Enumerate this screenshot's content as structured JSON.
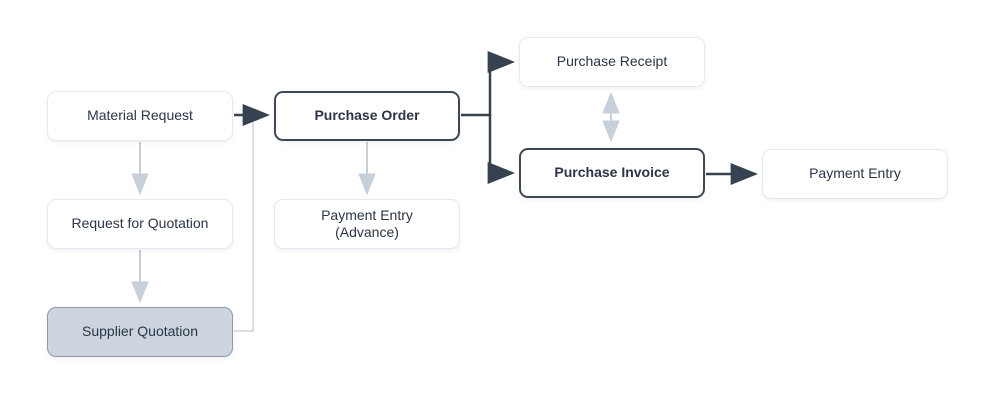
{
  "diagram": {
    "type": "flowchart",
    "background": "#ffffff",
    "colors": {
      "primary_edge": "#374251",
      "secondary_edge": "#c7cfda",
      "node_border_light": "#e4e9ef",
      "node_border_strong": "#3d4857",
      "node_fill_default": "#ffffff",
      "node_fill_highlight": "#ccd4de",
      "text": "#2b3545"
    },
    "nodes": {
      "material_request": {
        "label": "Material Request",
        "style": "default"
      },
      "request_for_quotation": {
        "label": "Request for Quotation",
        "style": "default"
      },
      "supplier_quotation": {
        "label": "Supplier Quotation",
        "style": "filled"
      },
      "purchase_order": {
        "label": "Purchase Order",
        "style": "strong"
      },
      "payment_entry_advance": {
        "label": "Payment Entry",
        "sublabel": "(Advance)",
        "style": "default"
      },
      "purchase_receipt": {
        "label": "Purchase Receipt",
        "style": "default"
      },
      "purchase_invoice": {
        "label": "Purchase Invoice",
        "style": "strong"
      },
      "payment_entry": {
        "label": "Payment Entry",
        "style": "default"
      }
    },
    "connections": [
      {
        "from": "material_request",
        "to": "purchase_order",
        "style": "primary",
        "direction": "one-way"
      },
      {
        "from": "material_request",
        "to": "request_for_quotation",
        "style": "secondary",
        "direction": "one-way"
      },
      {
        "from": "request_for_quotation",
        "to": "supplier_quotation",
        "style": "secondary",
        "direction": "one-way"
      },
      {
        "from": "supplier_quotation",
        "to": "purchase_order",
        "style": "secondary",
        "direction": "merge-into-primary"
      },
      {
        "from": "purchase_order",
        "to": "purchase_receipt",
        "style": "primary",
        "direction": "one-way"
      },
      {
        "from": "purchase_order",
        "to": "purchase_invoice",
        "style": "primary",
        "direction": "one-way"
      },
      {
        "from": "purchase_order",
        "to": "payment_entry_advance",
        "style": "secondary",
        "direction": "one-way"
      },
      {
        "from": "purchase_receipt",
        "to": "purchase_invoice",
        "style": "secondary",
        "direction": "two-way"
      },
      {
        "from": "purchase_invoice",
        "to": "payment_entry",
        "style": "primary",
        "direction": "one-way"
      }
    ]
  }
}
